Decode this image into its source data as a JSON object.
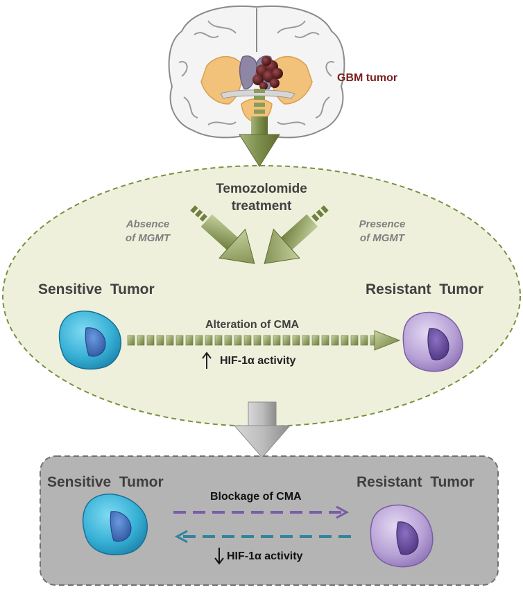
{
  "labels": {
    "gbm_tumor": "GBM tumor",
    "tmz_line1": "Temozolomide",
    "tmz_line2": "treatment",
    "absence_line1": "Absence",
    "absence_line2": "of MGMT",
    "presence_line1": "Presence",
    "presence_line2": "of MGMT",
    "sensitive_top": "Sensitive  Tumor",
    "resistant_top": "Resistant  Tumor",
    "alteration_cma": "Alteration of CMA",
    "hif_up": "HIF-1α activity",
    "sensitive_bottom": "Sensitive  Tumor",
    "resistant_bottom": "Resistant  Tumor",
    "blockage_cma": "Blockage of CMA",
    "hif_down": "HIF-1α activity"
  },
  "colors": {
    "gbm_text": "#7b2020",
    "ellipse_fill": "#eef0dc",
    "ellipse_border": "#76923c",
    "arrow_green": "#8a9a5b",
    "box_fill": "#b4b4b4",
    "box_border": "#707070",
    "sensitive_cell": "#3bb4d8",
    "resistant_cell": "#b9a4d6",
    "purple_arrow": "#7a5ca8",
    "teal_arrow": "#31849b"
  }
}
